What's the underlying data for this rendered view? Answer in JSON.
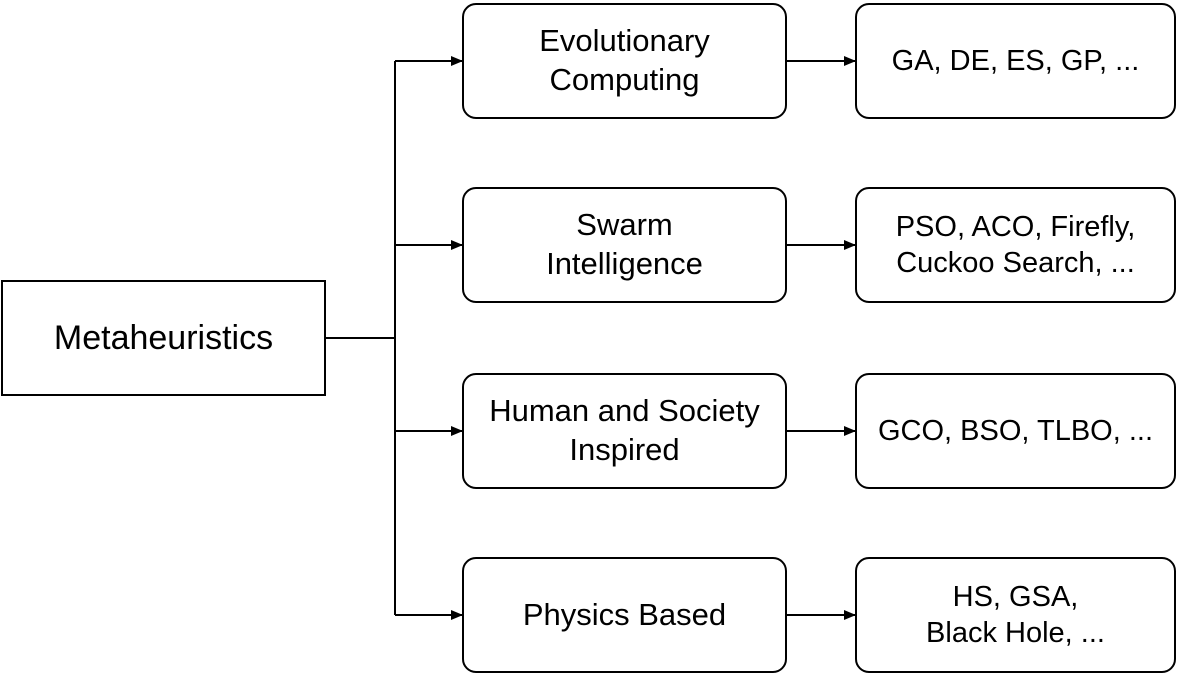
{
  "root": {
    "lines": [
      "Metaheuristics"
    ]
  },
  "categories": [
    {
      "lines": [
        "Evolutionary",
        "Computing"
      ],
      "examples": [
        "GA, DE, ES, GP, ..."
      ]
    },
    {
      "lines": [
        "Swarm",
        "Intelligence"
      ],
      "examples": [
        "PSO, ACO, Firefly,",
        "Cuckoo Search, ..."
      ]
    },
    {
      "lines": [
        "Human and Society",
        "Inspired"
      ],
      "examples": [
        "GCO, BSO, TLBO, ..."
      ]
    },
    {
      "lines": [
        "Physics Based"
      ],
      "examples": [
        "HS, GSA,",
        "Black Hole, ..."
      ]
    }
  ],
  "colors": {
    "stroke": "#000000",
    "fill": "#ffffff"
  }
}
